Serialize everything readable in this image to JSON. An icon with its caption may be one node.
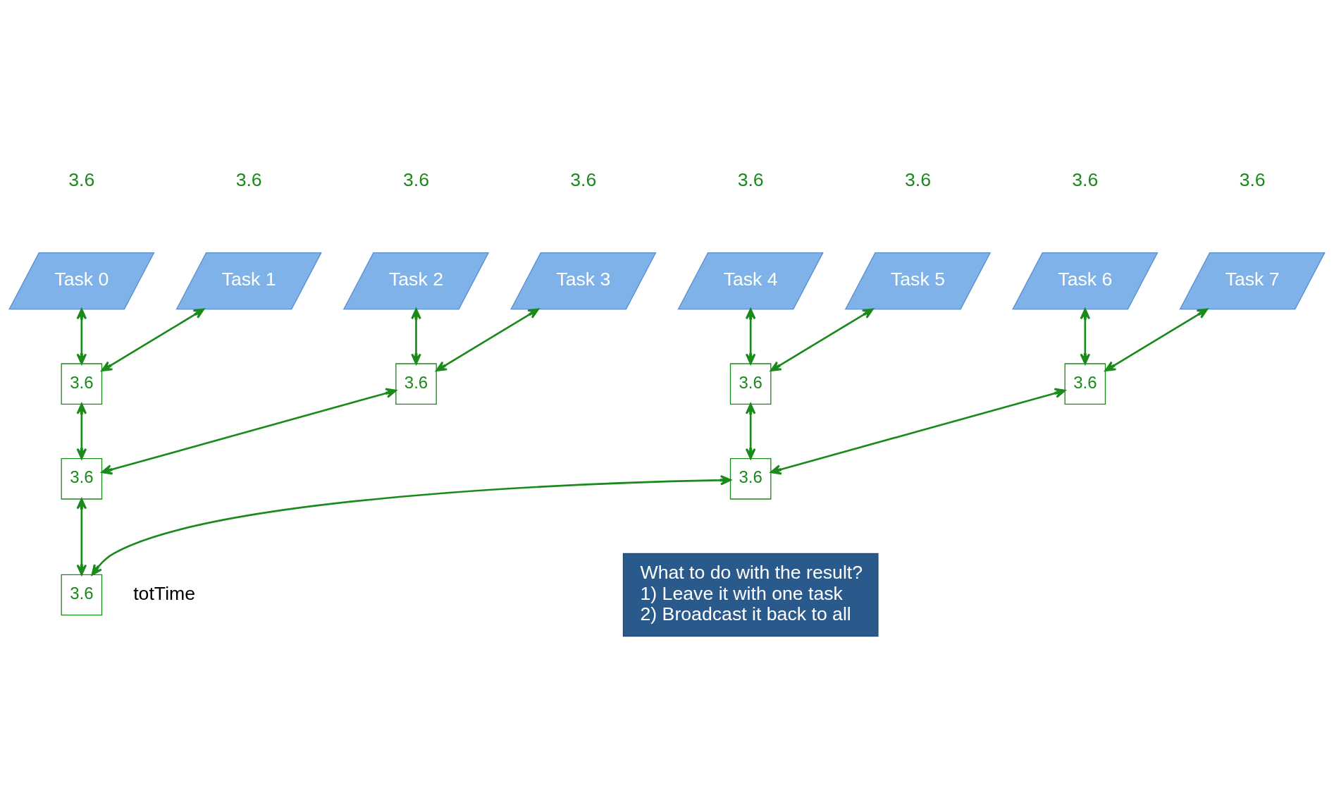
{
  "diagram": {
    "nodes": [
      {
        "text": [
          "Task 0"
        ],
        "beside": [
          "3.6"
        ]
      },
      {
        "text": [
          "Task 1"
        ],
        "beside": [
          "3.6"
        ]
      },
      {
        "text": [
          "Task 2"
        ],
        "beside": [
          "3.6"
        ]
      },
      {
        "text": [
          "Task 3"
        ],
        "beside": [
          "3.6"
        ]
      },
      {
        "text": [
          "Task 4"
        ],
        "beside": [
          "3.6"
        ]
      },
      {
        "text": [
          "Task 5"
        ],
        "beside": [
          "3.6"
        ]
      },
      {
        "text": [
          "Task 6"
        ],
        "beside": [
          "3.6"
        ]
      },
      {
        "text": [
          "Task 7"
        ],
        "beside": [
          "3.6"
        ]
      },
      {
        "text": [
          "3.6"
        ]
      },
      {
        "text": [
          "3.6"
        ]
      },
      {
        "text": [
          "3.6"
        ]
      },
      {
        "text": [
          "3.6"
        ]
      },
      {
        "text": [
          "3.6"
        ]
      },
      {
        "text": [
          "3.6"
        ]
      },
      {
        "text": [
          "3.6"
        ],
        "beside": [
          "totTime"
        ]
      },
      {
        "text": [
          "What to do with the result?",
          "1) Leave it with one task",
          "2) Broadcast it back to all"
        ]
      }
    ],
    "edges": [
      {
        "from": 0,
        "to": 8,
        "arrow": "both"
      },
      {
        "from": 1,
        "to": 8,
        "arrow": "both"
      },
      {
        "from": 2,
        "to": 9,
        "arrow": "both"
      },
      {
        "from": 3,
        "to": 9,
        "arrow": "both"
      },
      {
        "from": 4,
        "to": 10,
        "arrow": "both"
      },
      {
        "from": 5,
        "to": 10,
        "arrow": "both"
      },
      {
        "from": 6,
        "to": 11,
        "arrow": "both"
      },
      {
        "from": 7,
        "to": 11,
        "arrow": "both"
      },
      {
        "from": 8,
        "to": 12,
        "arrow": "both"
      },
      {
        "from": 9,
        "to": 12,
        "arrow": "both"
      },
      {
        "from": 10,
        "to": 13,
        "arrow": "both"
      },
      {
        "from": 11,
        "to": 13,
        "arrow": "both"
      },
      {
        "from": 12,
        "to": 14,
        "arrow": "both"
      },
      {
        "from": 13,
        "to": 14,
        "arrow": "both"
      }
    ]
  }
}
